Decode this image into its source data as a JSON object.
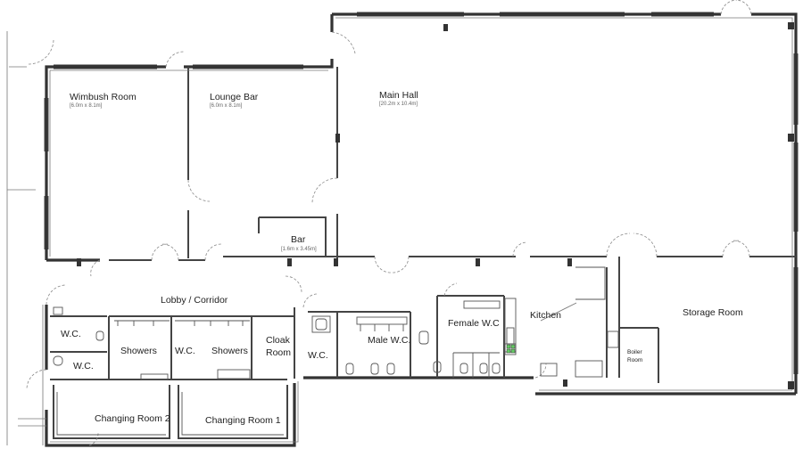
{
  "rooms": {
    "wimbush": {
      "name": "Wimbush Room",
      "size": "[6.0m x 8.1m]"
    },
    "lounge": {
      "name": "Lounge Bar",
      "size": "[6.0m x 8.1m]"
    },
    "main_hall": {
      "name": "Main Hall",
      "size": "[20.2m x 10.4m]"
    },
    "bar": {
      "name": "Bar",
      "size": "[1.6m x 3.45m]"
    },
    "lobby": {
      "name": "Lobby / Corridor"
    },
    "kitchen": {
      "name": "Kitchen"
    },
    "storage": {
      "name": "Storage Room"
    },
    "wc_a": {
      "name": "W.C."
    },
    "wc_b": {
      "name": "W.C."
    },
    "wc_c": {
      "name": "W.C."
    },
    "wc_d": {
      "name": "W.C."
    },
    "showers_2": {
      "name": "Showers"
    },
    "showers_1": {
      "name": "Showers"
    },
    "cloak_1": {
      "name": "Cloak"
    },
    "cloak_2": {
      "name": "Room"
    },
    "male_wc": {
      "name": "Male W.C."
    },
    "female_wc": {
      "name": "Female W.C"
    },
    "boiler_1": {
      "name": "Boiler"
    },
    "boiler_2": {
      "name": "Room"
    },
    "changing_2": {
      "name": "Changing Room 2"
    },
    "changing_1": {
      "name": "Changing Room 1"
    }
  }
}
